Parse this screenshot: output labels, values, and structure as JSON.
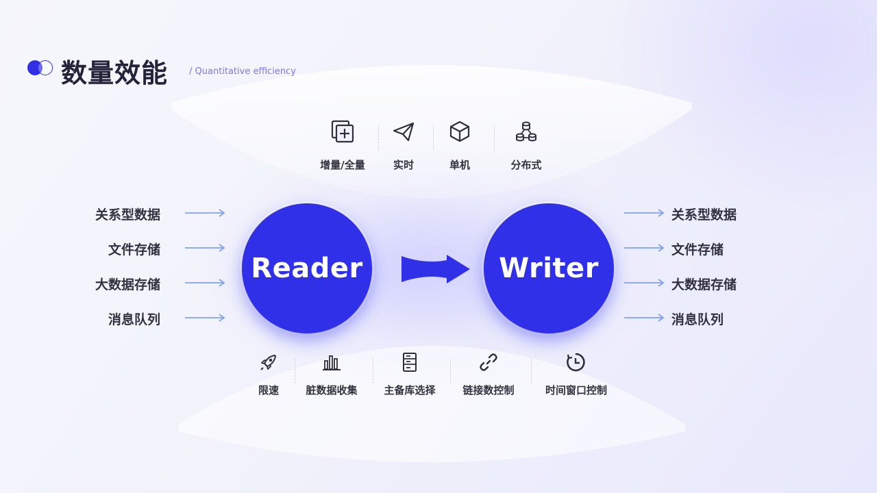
{
  "header": {
    "title": "数量效能",
    "subtitle": "/ Quantitative efficiency"
  },
  "top_features": [
    {
      "icon": "add-square-icon",
      "label": "增量/全量"
    },
    {
      "icon": "paper-plane-icon",
      "label": "实时"
    },
    {
      "icon": "cube-icon",
      "label": "单机"
    },
    {
      "icon": "database-network-icon",
      "label": "分布式"
    }
  ],
  "bottom_features": [
    {
      "icon": "rocket-icon",
      "label": "限速"
    },
    {
      "icon": "bar-chart-icon",
      "label": "脏数据收集"
    },
    {
      "icon": "server-icon",
      "label": "主备库选择"
    },
    {
      "icon": "link-icon",
      "label": "链接数控制"
    },
    {
      "icon": "clock-refresh-icon",
      "label": "时间窗口控制"
    }
  ],
  "sources": [
    "关系型数据",
    "文件存储",
    "大数据存储",
    "消息队列"
  ],
  "destinations": [
    "关系型数据",
    "文件存储",
    "大数据存储",
    "消息队列"
  ],
  "reader": {
    "label": "Reader"
  },
  "writer": {
    "label": "Writer"
  },
  "colors": {
    "primary": "#3030e8",
    "arrow": "#7fa2ee",
    "accent_text": "#7a79e6"
  }
}
